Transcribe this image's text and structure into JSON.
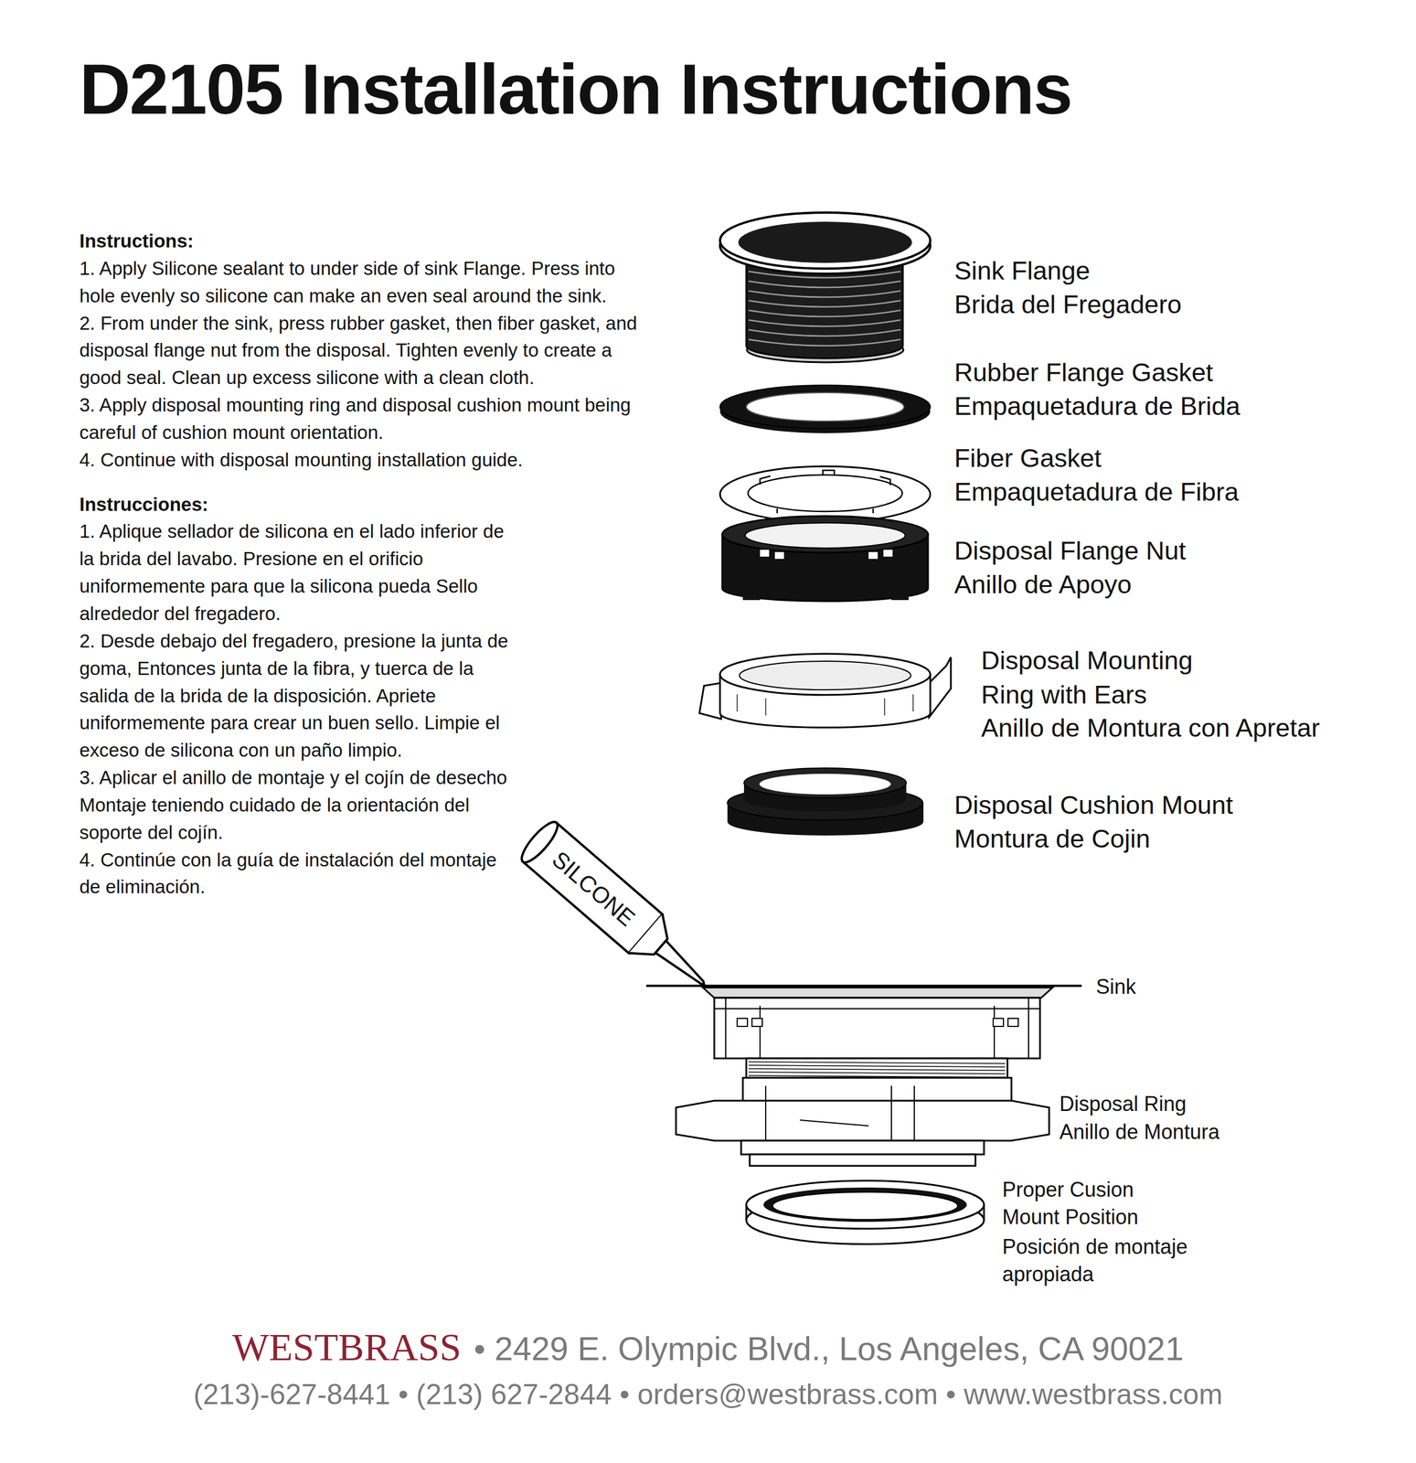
{
  "diagram": {
    "title": "D2105 Installation Instructions",
    "labels": [
      "Instructions:",
      "1. Apply Silicone sealant to under side of sink Flange. Press into hole evenly so silicone can make an even seal around the sink.",
      "2. From under the sink, press rubber gasket, then fiber gasket, and disposal flange nut from the disposal. Tighten evenly to create a good seal. Clean up excess silicone with a clean cloth.",
      "3. Apply disposal mounting ring and disposal cushion mount being careful of cushion mount orientation.",
      "4. Continue with disposal mounting installation guide.",
      "Instrucciones:",
      "1. Aplique sellador de silicona en el lado inferior de la brida del lavabo. Presione en el orificio uniformemente para que la silicona pueda Sello alrededor del fregadero.",
      "2. Desde debajo del fregadero, presione la junta de goma, Entonces junta de la fibra, y tuerca de la salida de la brida de la disposición. Apriete uniformemente para crear un buen sello. Limpie el exceso de silicona con un paño limpio.",
      "3. Aplicar el anillo de montaje y el cojín de desecho Montaje teniendo cuidado de la orientación del soporte del cojín.",
      "4. Continúe con la guía de instalación del montaje de eliminación.",
      "Sink Flange",
      "Brida del Fregadero",
      "Rubber Flange Gasket",
      "Empaquetadura de Brida",
      "Fiber Gasket",
      "Empaquetadura de Fibra",
      "Disposal Flange Nut",
      "Anillo de Apoyo",
      "Disposal Mounting Ring with Ears",
      "Anillo de Montura con Apretar",
      "Disposal Cushion Mount",
      "Montura de Cojin",
      "SILCONE",
      "Sink",
      "Disposal Ring",
      "Anillo de Montura",
      "Proper Cusion Mount Position",
      "Posición de montaje apropiada",
      "WESTBRASS",
      "• 2429 E. Olympic Blvd., Los Angeles, CA 90021",
      "(213)-627-8441 • (213) 627-2844 • orders@westbrass.com • www.westbrass.com"
    ]
  }
}
